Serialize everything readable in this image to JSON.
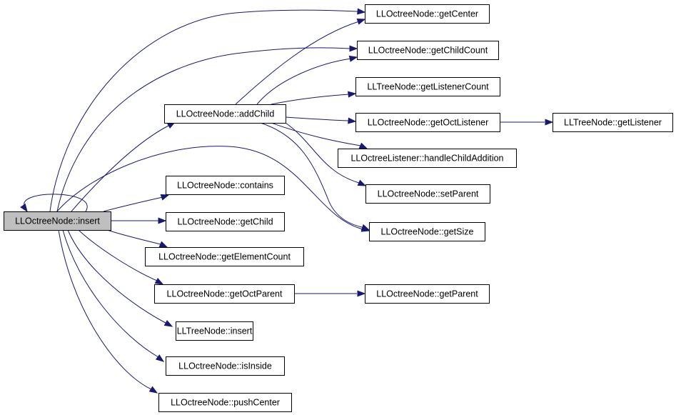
{
  "graph": {
    "edge_color": "#191970",
    "root_fill": "#bfbfbf",
    "nodes": {
      "insert": "LLOctreeNode::insert",
      "addChild": "LLOctreeNode::addChild",
      "contains": "LLOctreeNode::contains",
      "getChild": "LLOctreeNode::getChild",
      "getElementCount": "LLOctreeNode::getElementCount",
      "getOctParent": "LLOctreeNode::getOctParent",
      "treeInsert": "LLTreeNode::insert",
      "isInside": "LLOctreeNode::isInside",
      "pushCenter": "LLOctreeNode::pushCenter",
      "getCenter": "LLOctreeNode::getCenter",
      "getChildCount": "LLOctreeNode::getChildCount",
      "getListenerCount": "LLTreeNode::getListenerCount",
      "getOctListener": "LLOctreeNode::getOctListener",
      "handleChildAddition": "LLOctreeListener::handleChildAddition",
      "setParent": "LLOctreeNode::setParent",
      "getSize": "LLOctreeNode::getSize",
      "getParent": "LLOctreeNode::getParent",
      "getListener": "LLTreeNode::getListener"
    },
    "edges": [
      [
        "insert",
        "insert"
      ],
      [
        "insert",
        "addChild"
      ],
      [
        "insert",
        "contains"
      ],
      [
        "insert",
        "getChild"
      ],
      [
        "insert",
        "getElementCount"
      ],
      [
        "insert",
        "getOctParent"
      ],
      [
        "insert",
        "treeInsert"
      ],
      [
        "insert",
        "isInside"
      ],
      [
        "insert",
        "pushCenter"
      ],
      [
        "insert",
        "getCenter"
      ],
      [
        "insert",
        "getChildCount"
      ],
      [
        "insert",
        "getSize"
      ],
      [
        "addChild",
        "getCenter"
      ],
      [
        "addChild",
        "getChildCount"
      ],
      [
        "addChild",
        "getListenerCount"
      ],
      [
        "addChild",
        "getOctListener"
      ],
      [
        "addChild",
        "handleChildAddition"
      ],
      [
        "addChild",
        "setParent"
      ],
      [
        "addChild",
        "getSize"
      ],
      [
        "getOctParent",
        "getParent"
      ],
      [
        "getOctListener",
        "getListener"
      ]
    ]
  }
}
